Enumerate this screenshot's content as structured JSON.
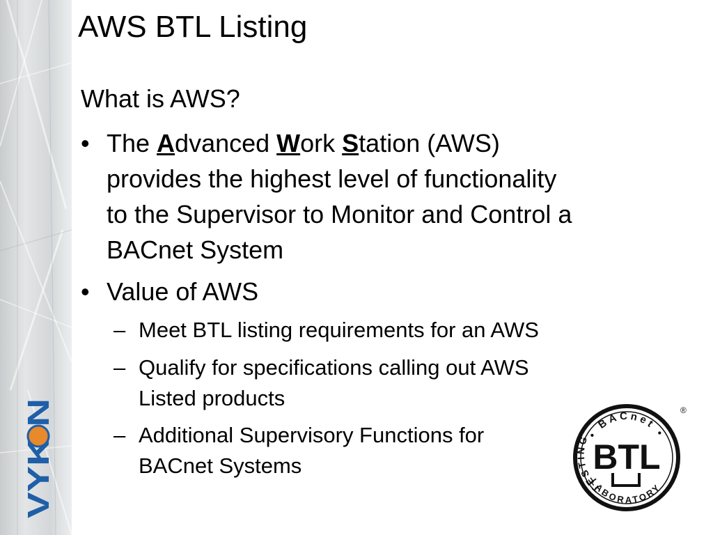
{
  "slide": {
    "title": "AWS BTL Listing",
    "question": "What is AWS?",
    "bullets": [
      {
        "marker": "•",
        "intro": "The ",
        "acronym": [
          {
            "letter": "A",
            "rest": "dvanced "
          },
          {
            "letter": "W",
            "rest": "ork "
          },
          {
            "letter": "S",
            "rest": "tation (AWS)"
          }
        ],
        "lines": [
          "provides the highest level of functionality",
          "to the Supervisor to Monitor and Control a",
          "BACnet System"
        ]
      },
      {
        "marker": "•",
        "text": "Value of AWS",
        "subitems": [
          {
            "marker": "–",
            "lines": [
              "Meet BTL listing requirements for an AWS"
            ]
          },
          {
            "marker": "–",
            "lines": [
              "Qualify for specifications calling out AWS",
              "Listed products"
            ]
          },
          {
            "marker": "–",
            "lines": [
              "Additional Supervisory Functions for",
              "BACnet Systems"
            ]
          }
        ]
      }
    ]
  },
  "logos": {
    "vykon": {
      "text": "VYKON",
      "color": "#1f5fa8",
      "accent": "#e8892a",
      "icon": "vykon-logo"
    },
    "btl": {
      "top_arc": "BACnet",
      "center": "BTL",
      "left_arc": "TESTING",
      "bottom_arc": "LABORATORY",
      "registered": "®",
      "icon": "btl-seal"
    }
  },
  "colors": {
    "text": "#000000",
    "background": "#ffffff",
    "strip": "#d4d7d9"
  }
}
